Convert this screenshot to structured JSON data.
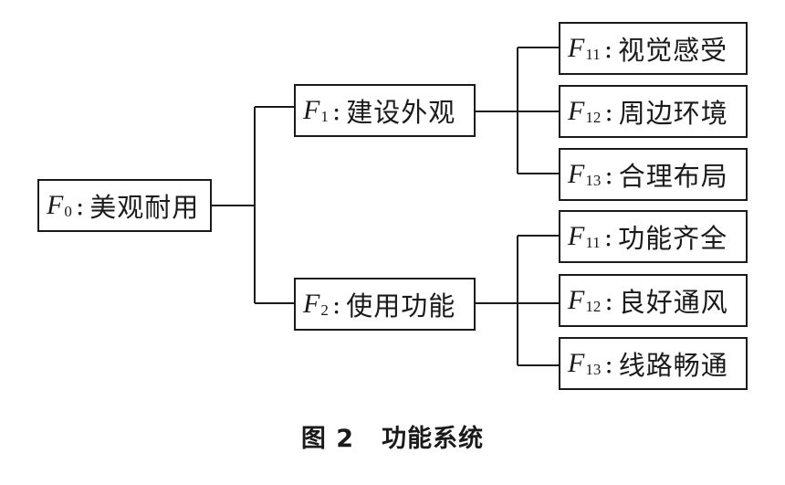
{
  "diagram": {
    "root": {
      "var": "F",
      "sub": "0",
      "sep": ":",
      "name": "美观耐用"
    },
    "f1": {
      "var": "F",
      "sub": "1",
      "sep": ":",
      "name": "建设外观"
    },
    "f2": {
      "var": "F",
      "sub": "2",
      "sep": ":",
      "name": "使用功能"
    },
    "f1_children": [
      {
        "var": "F",
        "sub": "11",
        "sep": ":",
        "name": "视觉感受"
      },
      {
        "var": "F",
        "sub": "12",
        "sep": ":",
        "name": "周边环境"
      },
      {
        "var": "F",
        "sub": "13",
        "sep": ":",
        "name": "合理布局"
      }
    ],
    "f2_children": [
      {
        "var": "F",
        "sub": "11",
        "sep": ":",
        "name": "功能齐全"
      },
      {
        "var": "F",
        "sub": "12",
        "sep": ":",
        "name": "良好通风"
      },
      {
        "var": "F",
        "sub": "13",
        "sep": ":",
        "name": "线路畅通"
      }
    ]
  },
  "caption": {
    "figure_number": "图 2",
    "title": "功能系统"
  }
}
